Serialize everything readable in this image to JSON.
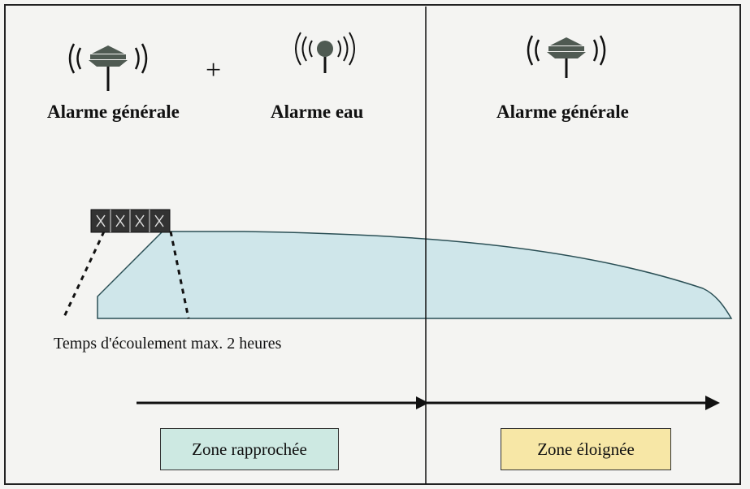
{
  "labels": {
    "alarm_left": "Alarme générale",
    "alarm_water": "Alarme eau",
    "alarm_right": "Alarme générale",
    "plus": "+",
    "flow_time": "Temps d'écoulement max. 2 heures"
  },
  "zones": {
    "near": "Zone rapprochée",
    "far": "Zone éloignée"
  },
  "colors": {
    "water": "#cfe6ea",
    "dam": "#333333",
    "near_zone": "#cde9e2",
    "far_zone": "#f7e7a6",
    "siren": "#4f5a52",
    "line": "#111111"
  },
  "icons": {
    "siren": "siren-icon",
    "water_alarm": "water-siren-icon",
    "dam": "dam-icon"
  }
}
